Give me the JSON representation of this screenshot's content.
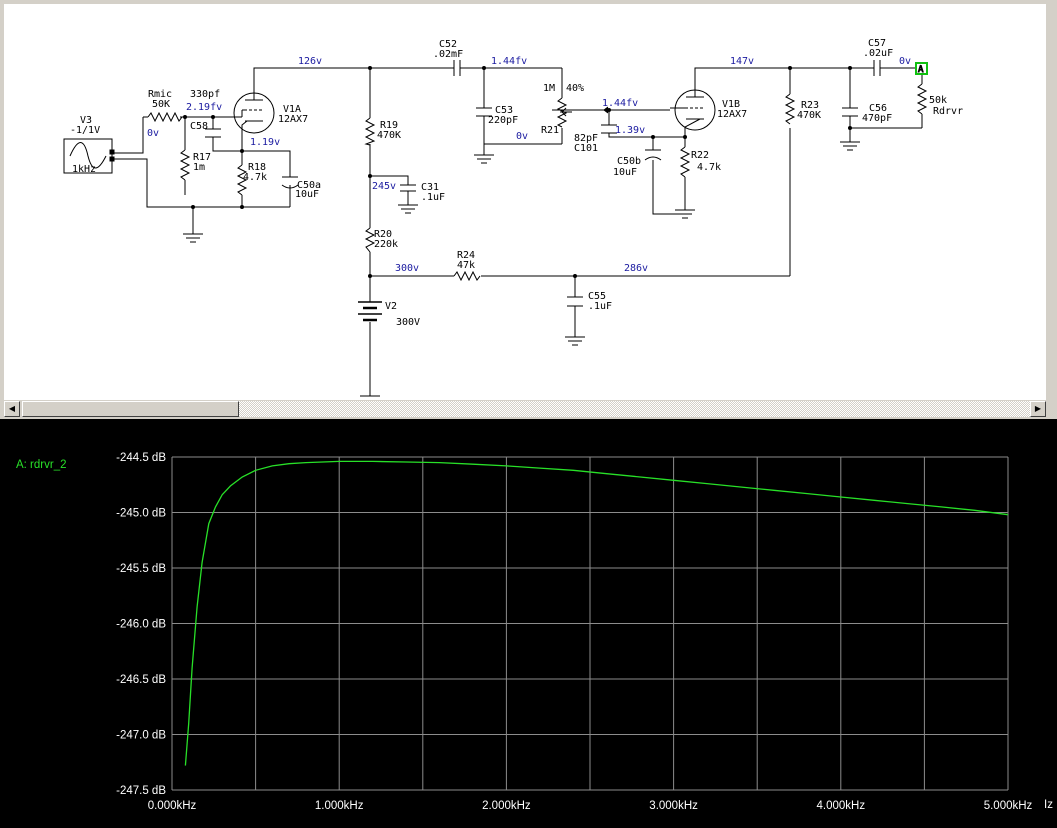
{
  "schematic": {
    "labels": {
      "v3_name": "V3",
      "v3_val": "-1/1V",
      "v3_freq": "1kHz",
      "rmic_name": "Rmic",
      "rmic_val": "50K",
      "c58_val": "330pf",
      "c58_name": "C58",
      "r17_name": "R17",
      "r17_val": "1m",
      "r18_name": "R18",
      "r18_val": "4.7k",
      "c50a_name": "C50a",
      "c50a_val": "10uF",
      "v1a_name": "V1A",
      "v1a_type": "12AX7",
      "r19_name": "R19",
      "r19_val": "470K",
      "c31_name": "C31",
      "c31_val": ".1uF",
      "r20_name": "R20",
      "r20_val": "220k",
      "v2_name": "V2",
      "v2_val": "300V",
      "c52_name": "C52",
      "c52_val": ".02mF",
      "c53_name": "C53",
      "c53_val": "220pF",
      "r21_val": "1M",
      "r21_pos": "40%",
      "r21_name": "R21",
      "c101_val": "82pF",
      "c101_name": "C101",
      "c50b_name": "C50b",
      "c50b_val": "10uF",
      "v1b_name": "V1B",
      "v1b_type": "12AX7",
      "r22_name": "R22",
      "r22_val": "4.7k",
      "r24_name": "R24",
      "r24_val": "47k",
      "c55_name": "C55",
      "c55_val": ".1uF",
      "r23_name": "R23",
      "r23_val": "470K",
      "c57_name": "C57",
      "c57_val": ".02uF",
      "c56_name": "C56",
      "c56_val": "470pF",
      "rdrvr_val": "50k",
      "rdrvr_name": "Rdrvr",
      "probe": "A"
    },
    "voltages": {
      "input": "0v",
      "grid1": "2.19fv",
      "cathode1": "1.19v",
      "plate1": "126v",
      "b2": "245v",
      "b1": "300v",
      "b3": "286v",
      "cplink": "1.44fv",
      "pot_low": "0v",
      "grid2": "1.44fv",
      "cathode2": "1.39v",
      "plate2": "147v",
      "out": "0v"
    }
  },
  "colors": {
    "trace": "#28e028",
    "grid": "#8c8c8c",
    "text": "#ffffff",
    "legend": "#28e028"
  },
  "chart_data": {
    "type": "line",
    "series": [
      {
        "name": "A: rdrvr_2",
        "x": [
          0.08,
          0.1,
          0.12,
          0.15,
          0.18,
          0.22,
          0.26,
          0.3,
          0.35,
          0.42,
          0.5,
          0.6,
          0.7,
          0.8,
          0.9,
          1.0,
          1.1,
          1.2,
          1.4,
          1.6,
          1.8,
          2.0,
          2.2,
          2.4,
          2.6,
          2.8,
          3.0,
          3.2,
          3.4,
          3.6,
          3.8,
          4.0,
          4.2,
          4.4,
          4.6,
          4.8,
          5.0
        ],
        "y": [
          -247.28,
          -246.9,
          -246.4,
          -245.85,
          -245.45,
          -245.1,
          -244.95,
          -244.84,
          -244.76,
          -244.68,
          -244.62,
          -244.58,
          -244.56,
          -244.55,
          -244.545,
          -244.54,
          -244.54,
          -244.54,
          -244.545,
          -244.55,
          -244.565,
          -244.58,
          -244.6,
          -244.62,
          -244.65,
          -244.68,
          -244.71,
          -244.74,
          -244.77,
          -244.8,
          -244.83,
          -244.86,
          -244.89,
          -244.92,
          -244.95,
          -244.98,
          -245.02
        ]
      }
    ],
    "xlim": [
      0,
      5
    ],
    "ylim": [
      -247.5,
      -244.5
    ],
    "xticks": [
      0,
      0.5,
      1,
      1.5,
      2,
      2.5,
      3,
      3.5,
      4,
      4.5,
      5
    ],
    "yticks": [
      -244.5,
      -245.0,
      -245.5,
      -246.0,
      -246.5,
      -247.0,
      -247.5
    ],
    "xtick_labels": [
      "0.000kHz",
      "1.000kHz",
      "2.000kHz",
      "3.000kHz",
      "4.000kHz",
      "5.000kHz"
    ],
    "ytick_labels": [
      "-244.5 dB",
      "-245.0 dB",
      "-245.5 dB",
      "-246.0 dB",
      "-246.5 dB",
      "-247.0 dB",
      "-247.5 dB"
    ],
    "x_unit_fragment": "Iz",
    "legend": "A: rdrvr_2",
    "grid": true,
    "legend_placement": "top-left"
  }
}
